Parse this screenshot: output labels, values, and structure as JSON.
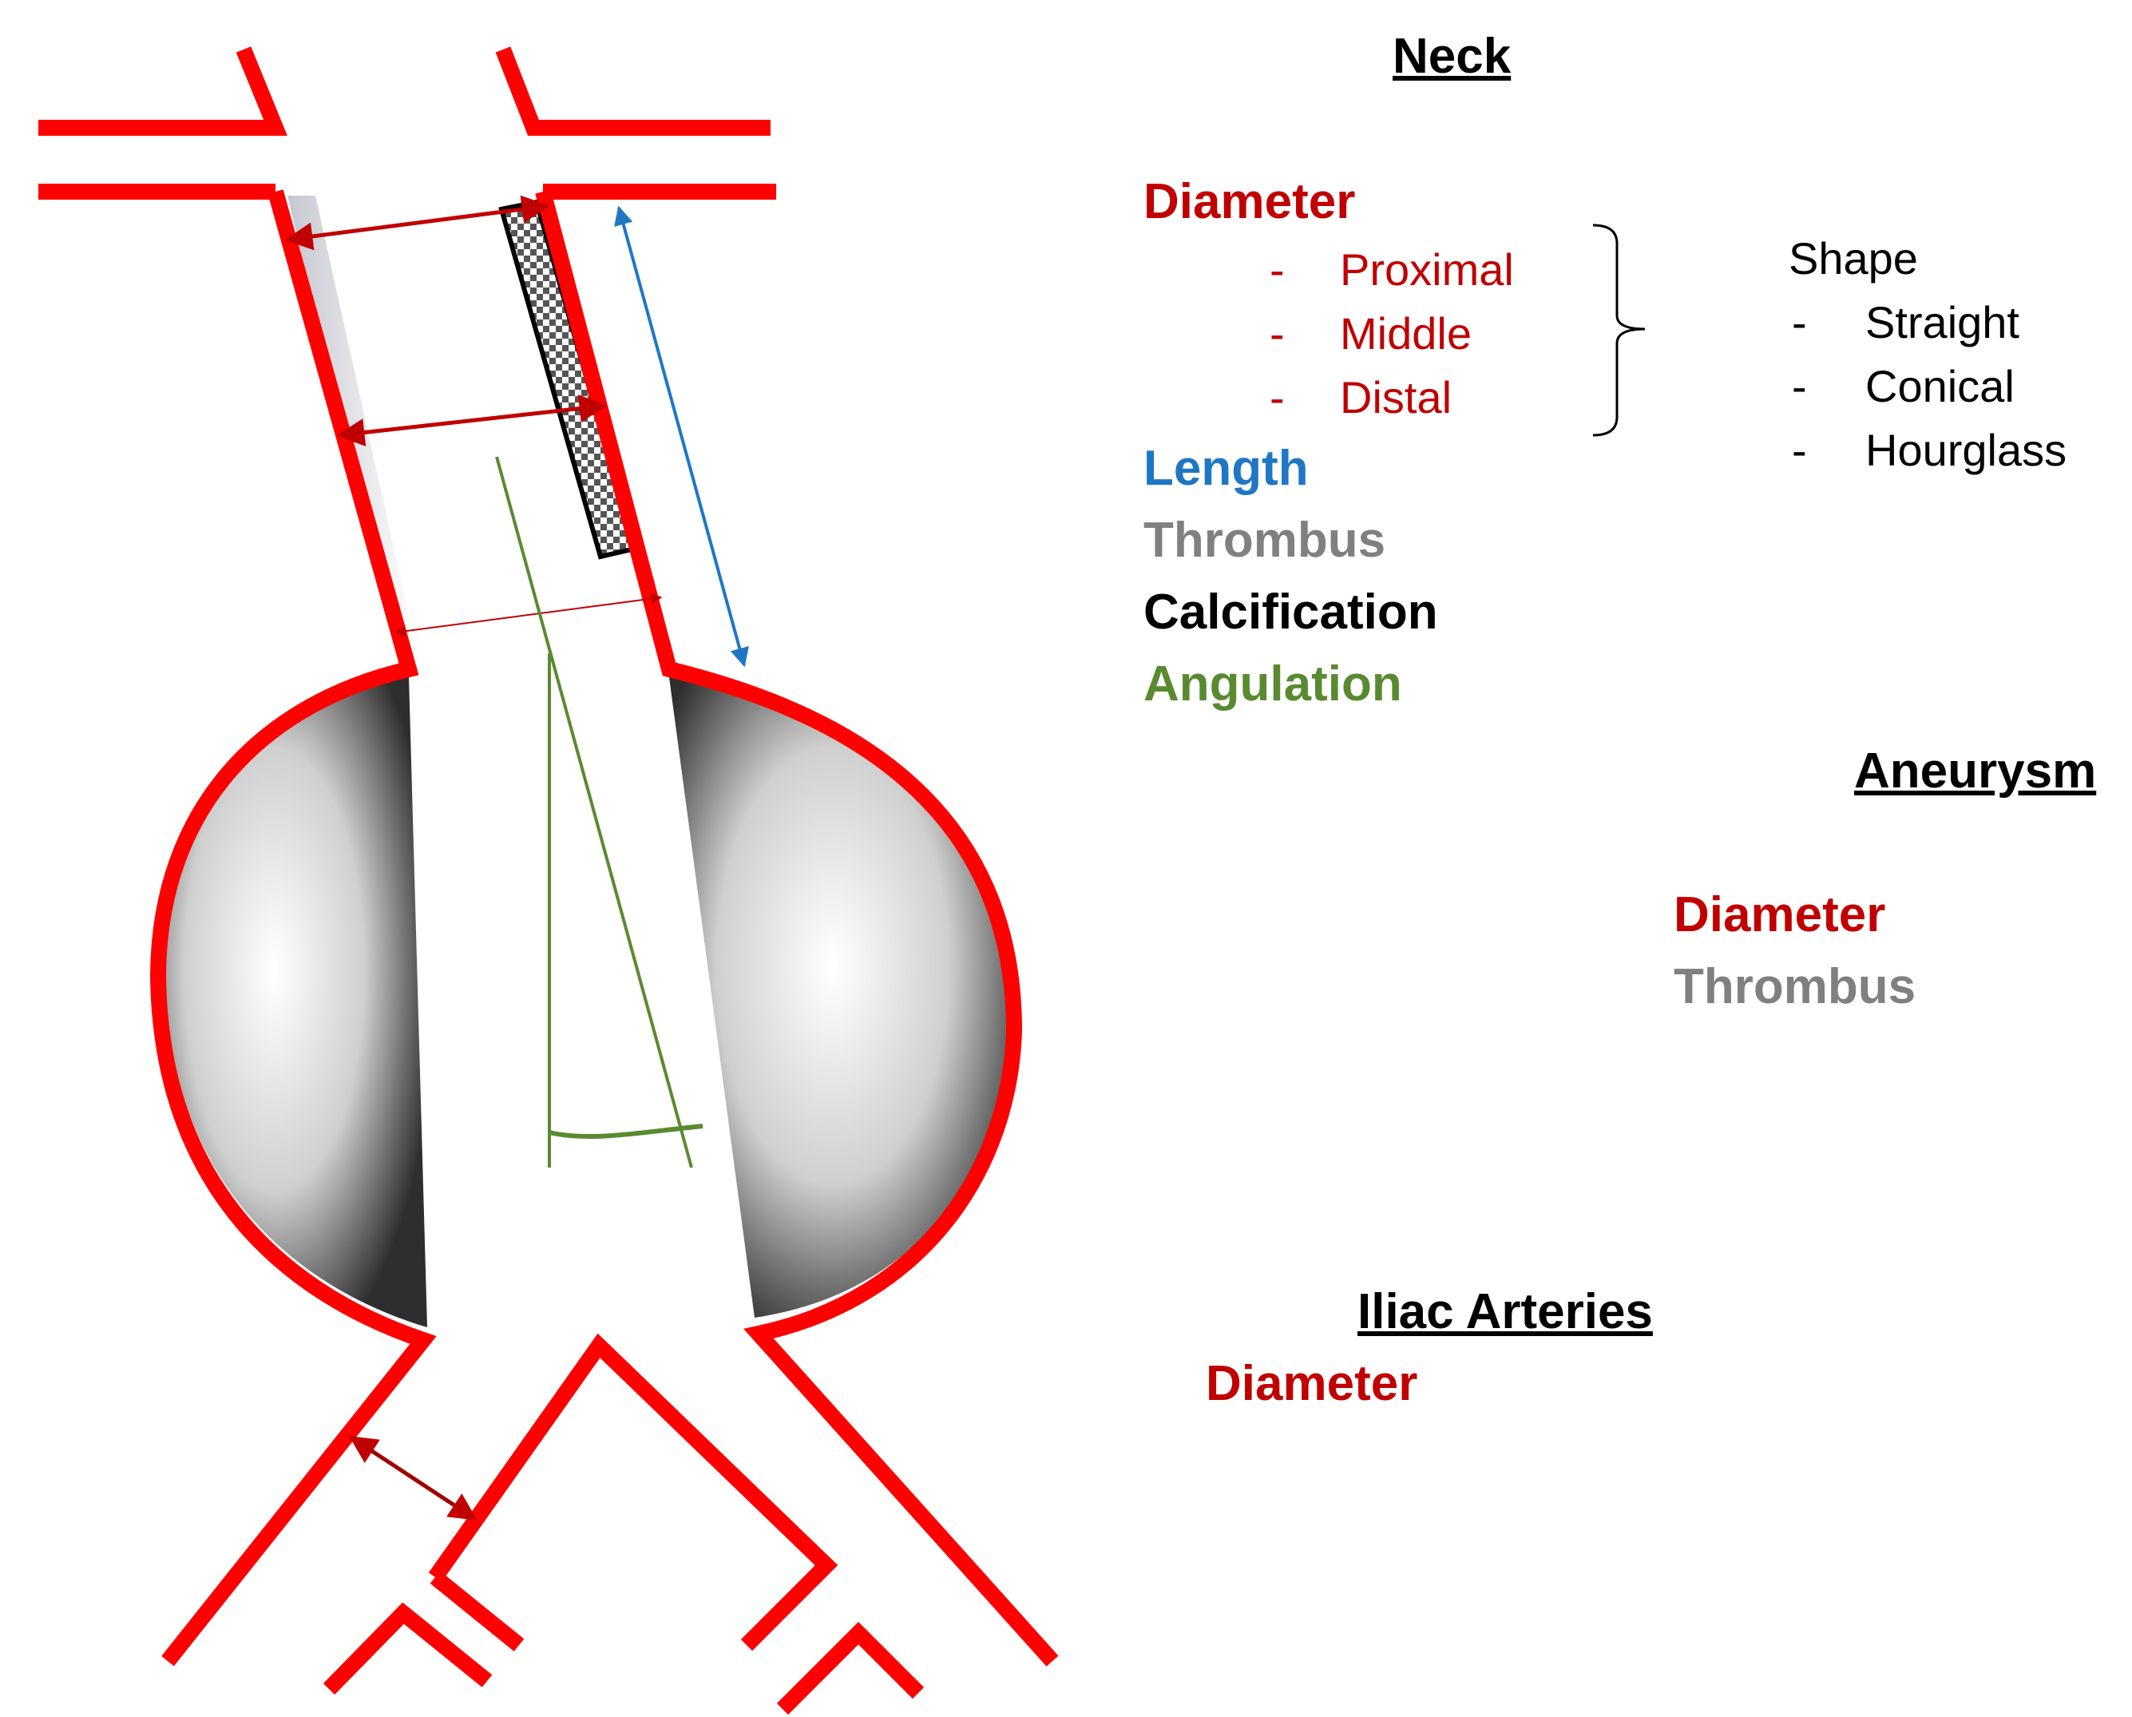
{
  "colors": {
    "vessel": "#ff0000",
    "diameter": "#c00000",
    "length": "#1f77c4",
    "thrombus": "#808080",
    "calcification": "#000000",
    "angulation": "#5a8a30"
  },
  "neck": {
    "heading": "Neck",
    "diameter": "Diameter",
    "diameter_items": [
      "Proximal",
      "Middle",
      "Distal"
    ],
    "length": "Length",
    "thrombus": "Thrombus",
    "calcification": "Calcification",
    "angulation": "Angulation",
    "shape": {
      "title": "Shape",
      "items": [
        "Straight",
        "Conical",
        "Hourglass"
      ]
    }
  },
  "aneurysm": {
    "heading": "Aneurysm",
    "diameter": "Diameter",
    "thrombus": "Thrombus"
  },
  "iliac": {
    "heading": "Iliac Arteries",
    "diameter": "Diameter"
  },
  "list_dash": "-"
}
